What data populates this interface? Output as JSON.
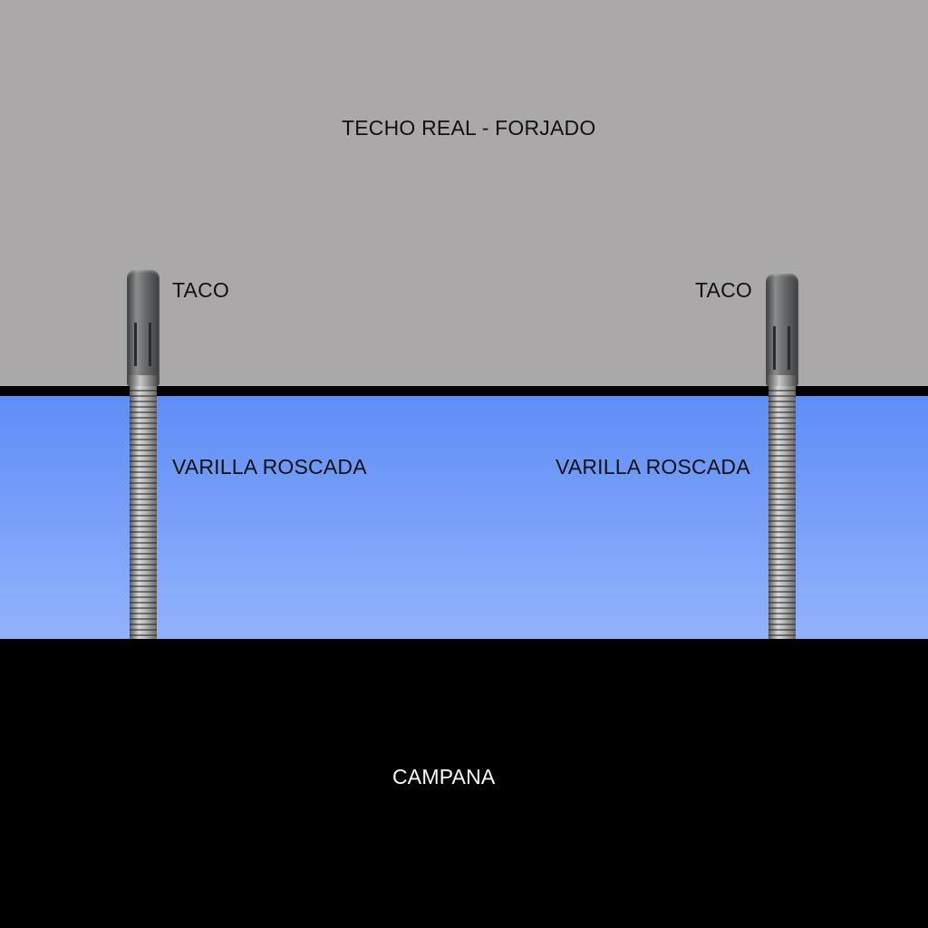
{
  "ceiling_label": "TECHO REAL - FORJADO",
  "left": {
    "anchor_label": "TACO",
    "rod_label": "VARILLA ROSCADA"
  },
  "right": {
    "anchor_label": "TACO",
    "rod_label": "VARILLA ROSCADA"
  },
  "hood_label": "CAMPANA",
  "colors": {
    "ceiling": "#aaa8a9",
    "gap_top": "#5e8ef6",
    "gap_bottom": "#92b2fb",
    "hood": "#000000"
  }
}
